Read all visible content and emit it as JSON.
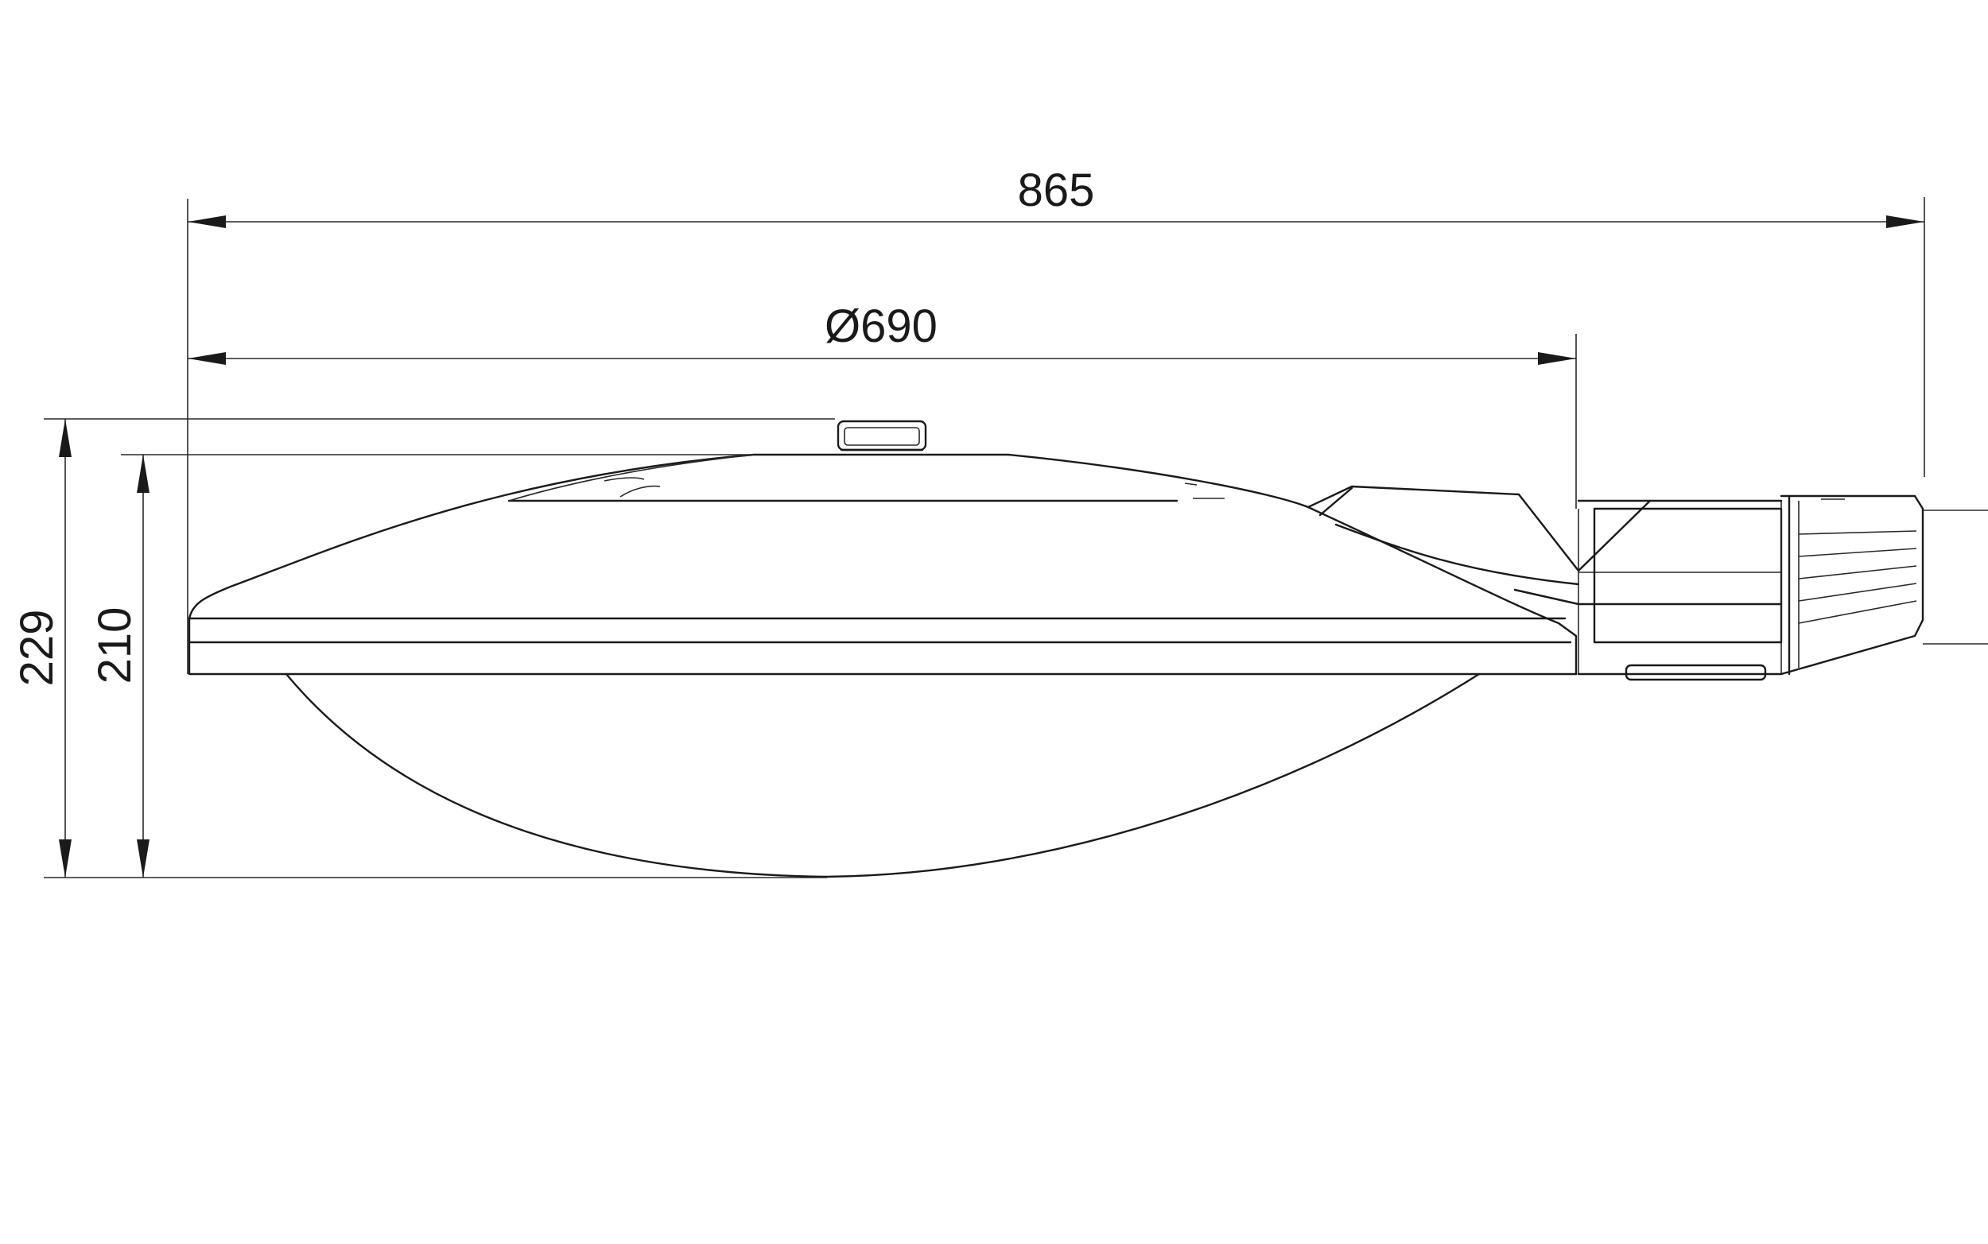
{
  "dimensions": {
    "overall_length": "865",
    "diameter": "Ø690",
    "total_height": "229",
    "body_height": "210"
  },
  "colors": {
    "line": "#1a1a1a",
    "background": "#ffffff"
  }
}
